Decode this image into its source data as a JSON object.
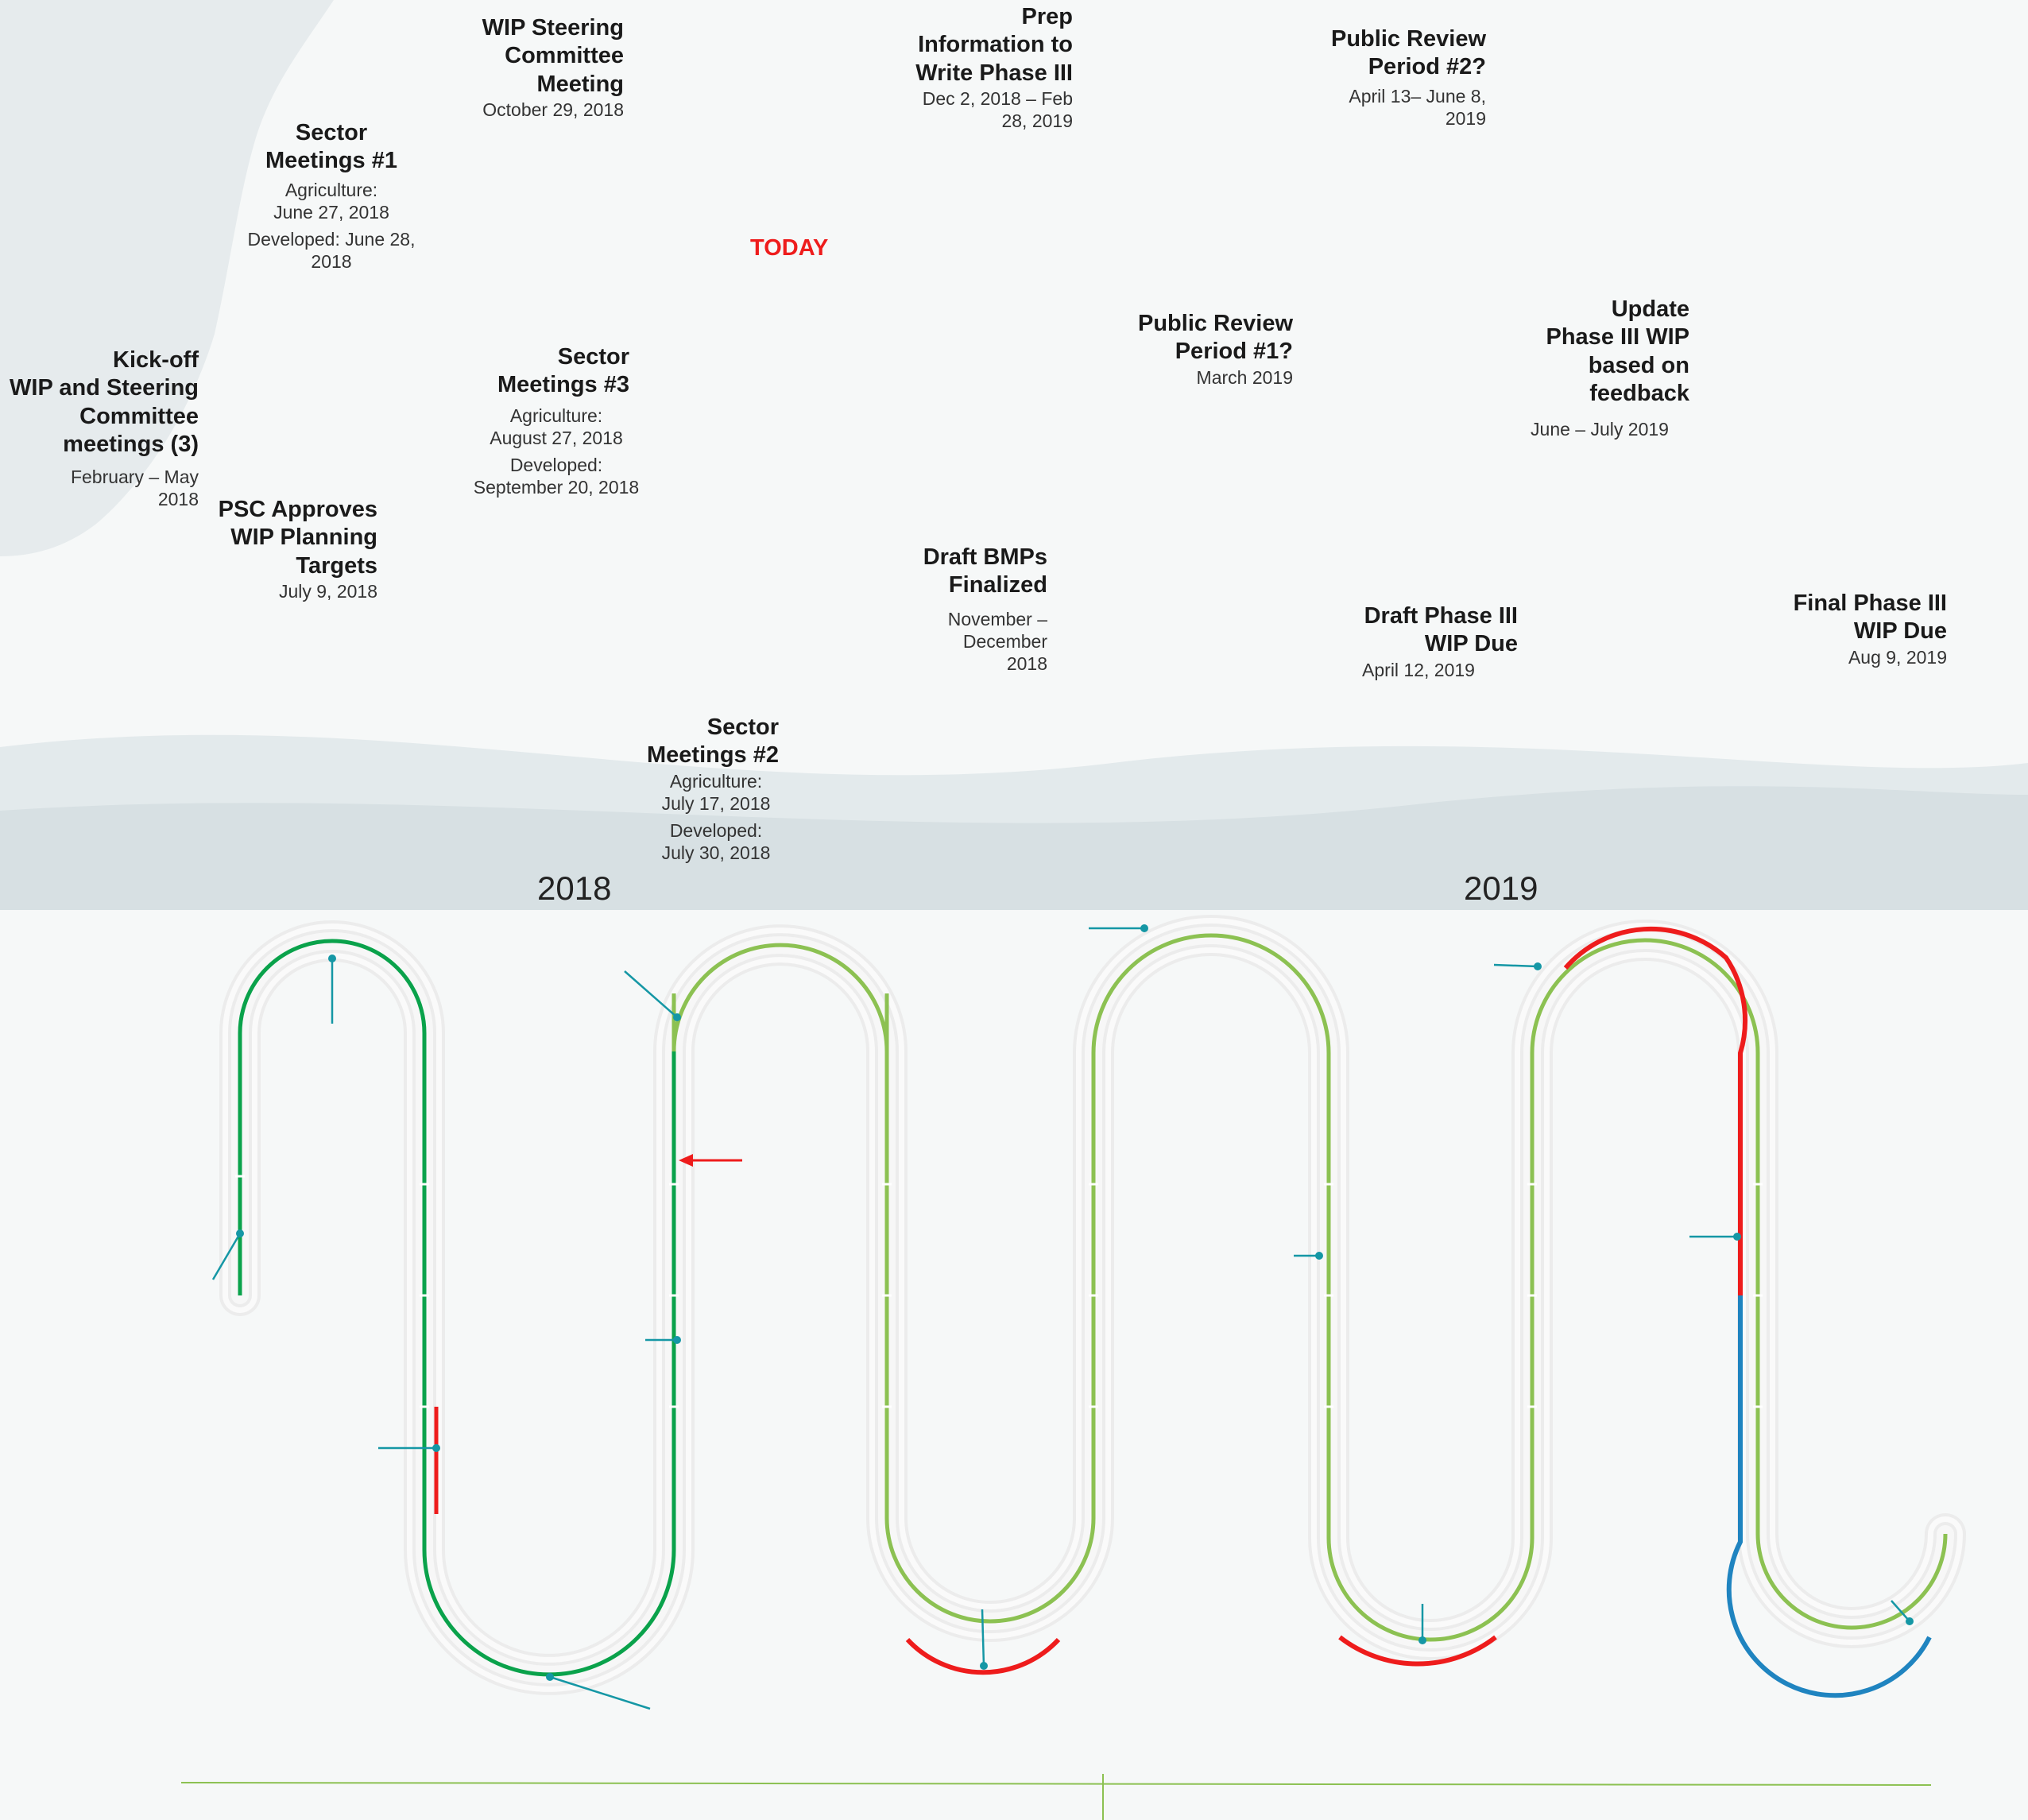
{
  "colors": {
    "completed": "#0aa24b",
    "planned": "#8cc152",
    "critical": "#ee1c1c",
    "final": "#1f84c0",
    "connector": "#1597a5",
    "today": "#ee1c1c"
  },
  "today_label": "TODAY",
  "years": [
    "2018",
    "2019"
  ],
  "milestones": [
    {
      "id": "kickoff",
      "title": "Kick-off WIP and Steering Committee meetings (3)",
      "title_lines": [
        "Kick-off",
        "WIP and Steering",
        "Committee",
        "meetings (3)"
      ],
      "date_lines": [
        "February – May",
        "2018"
      ]
    },
    {
      "id": "sector1",
      "title": "Sector Meetings #1",
      "title_lines": [
        "Sector",
        "Meetings #1"
      ],
      "date_lines": [
        "Agriculture:",
        "June 27, 2018",
        "Developed: June 28,",
        "2018"
      ]
    },
    {
      "id": "psc",
      "title": "PSC Approves WIP Planning Targets",
      "title_lines": [
        "PSC Approves",
        "WIP Planning",
        "Targets"
      ],
      "date_lines": [
        "July 9, 2018"
      ]
    },
    {
      "id": "wipsteering",
      "title": "WIP Steering Committee Meeting",
      "title_lines": [
        "WIP Steering",
        "Committee",
        "Meeting"
      ],
      "date_lines": [
        "October 29, 2018"
      ]
    },
    {
      "id": "sector3",
      "title": "Sector Meetings #3",
      "title_lines": [
        "Sector",
        "Meetings #3"
      ],
      "date_lines": [
        "Agriculture:",
        "August 27, 2018",
        "Developed:",
        "September 20, 2018"
      ]
    },
    {
      "id": "sector2",
      "title": "Sector Meetings #2",
      "title_lines": [
        "Sector",
        "Meetings #2"
      ],
      "date_lines": [
        "Agriculture:",
        "July 17, 2018",
        "Developed:",
        "July 30, 2018"
      ]
    },
    {
      "id": "prep",
      "title": "Prep Information to Write Phase III",
      "title_lines": [
        "Prep",
        "Information to",
        "Write Phase III"
      ],
      "date_lines": [
        "Dec 2, 2018 – Feb",
        "28, 2019"
      ]
    },
    {
      "id": "draftbmp",
      "title": "Draft BMPs Finalized",
      "title_lines": [
        "Draft BMPs",
        "Finalized"
      ],
      "date_lines": [
        "November –",
        "December",
        "2018"
      ]
    },
    {
      "id": "review1",
      "title": "Public Review Period #1?",
      "title_lines": [
        "Public Review",
        "Period #1?"
      ],
      "date_lines": [
        "March 2019"
      ]
    },
    {
      "id": "review2",
      "title": "Public Review Period #2?",
      "title_lines": [
        "Public Review",
        "Period #2?"
      ],
      "date_lines": [
        "April 13– June 8,",
        "2019"
      ]
    },
    {
      "id": "draftwip",
      "title": "Draft Phase III WIP Due",
      "title_lines": [
        "Draft Phase III",
        "WIP Due"
      ],
      "date_lines": [
        "April 12, 2019"
      ]
    },
    {
      "id": "update",
      "title": "Update Phase III WIP based on feedback",
      "title_lines": [
        "Update",
        "Phase III WIP",
        "based on",
        "feedback"
      ],
      "date_lines": [
        "June – July 2019"
      ]
    },
    {
      "id": "final",
      "title": "Final Phase III WIP Due",
      "title_lines": [
        "Final Phase III",
        "WIP Due"
      ],
      "date_lines": [
        "Aug 9, 2019"
      ]
    }
  ]
}
